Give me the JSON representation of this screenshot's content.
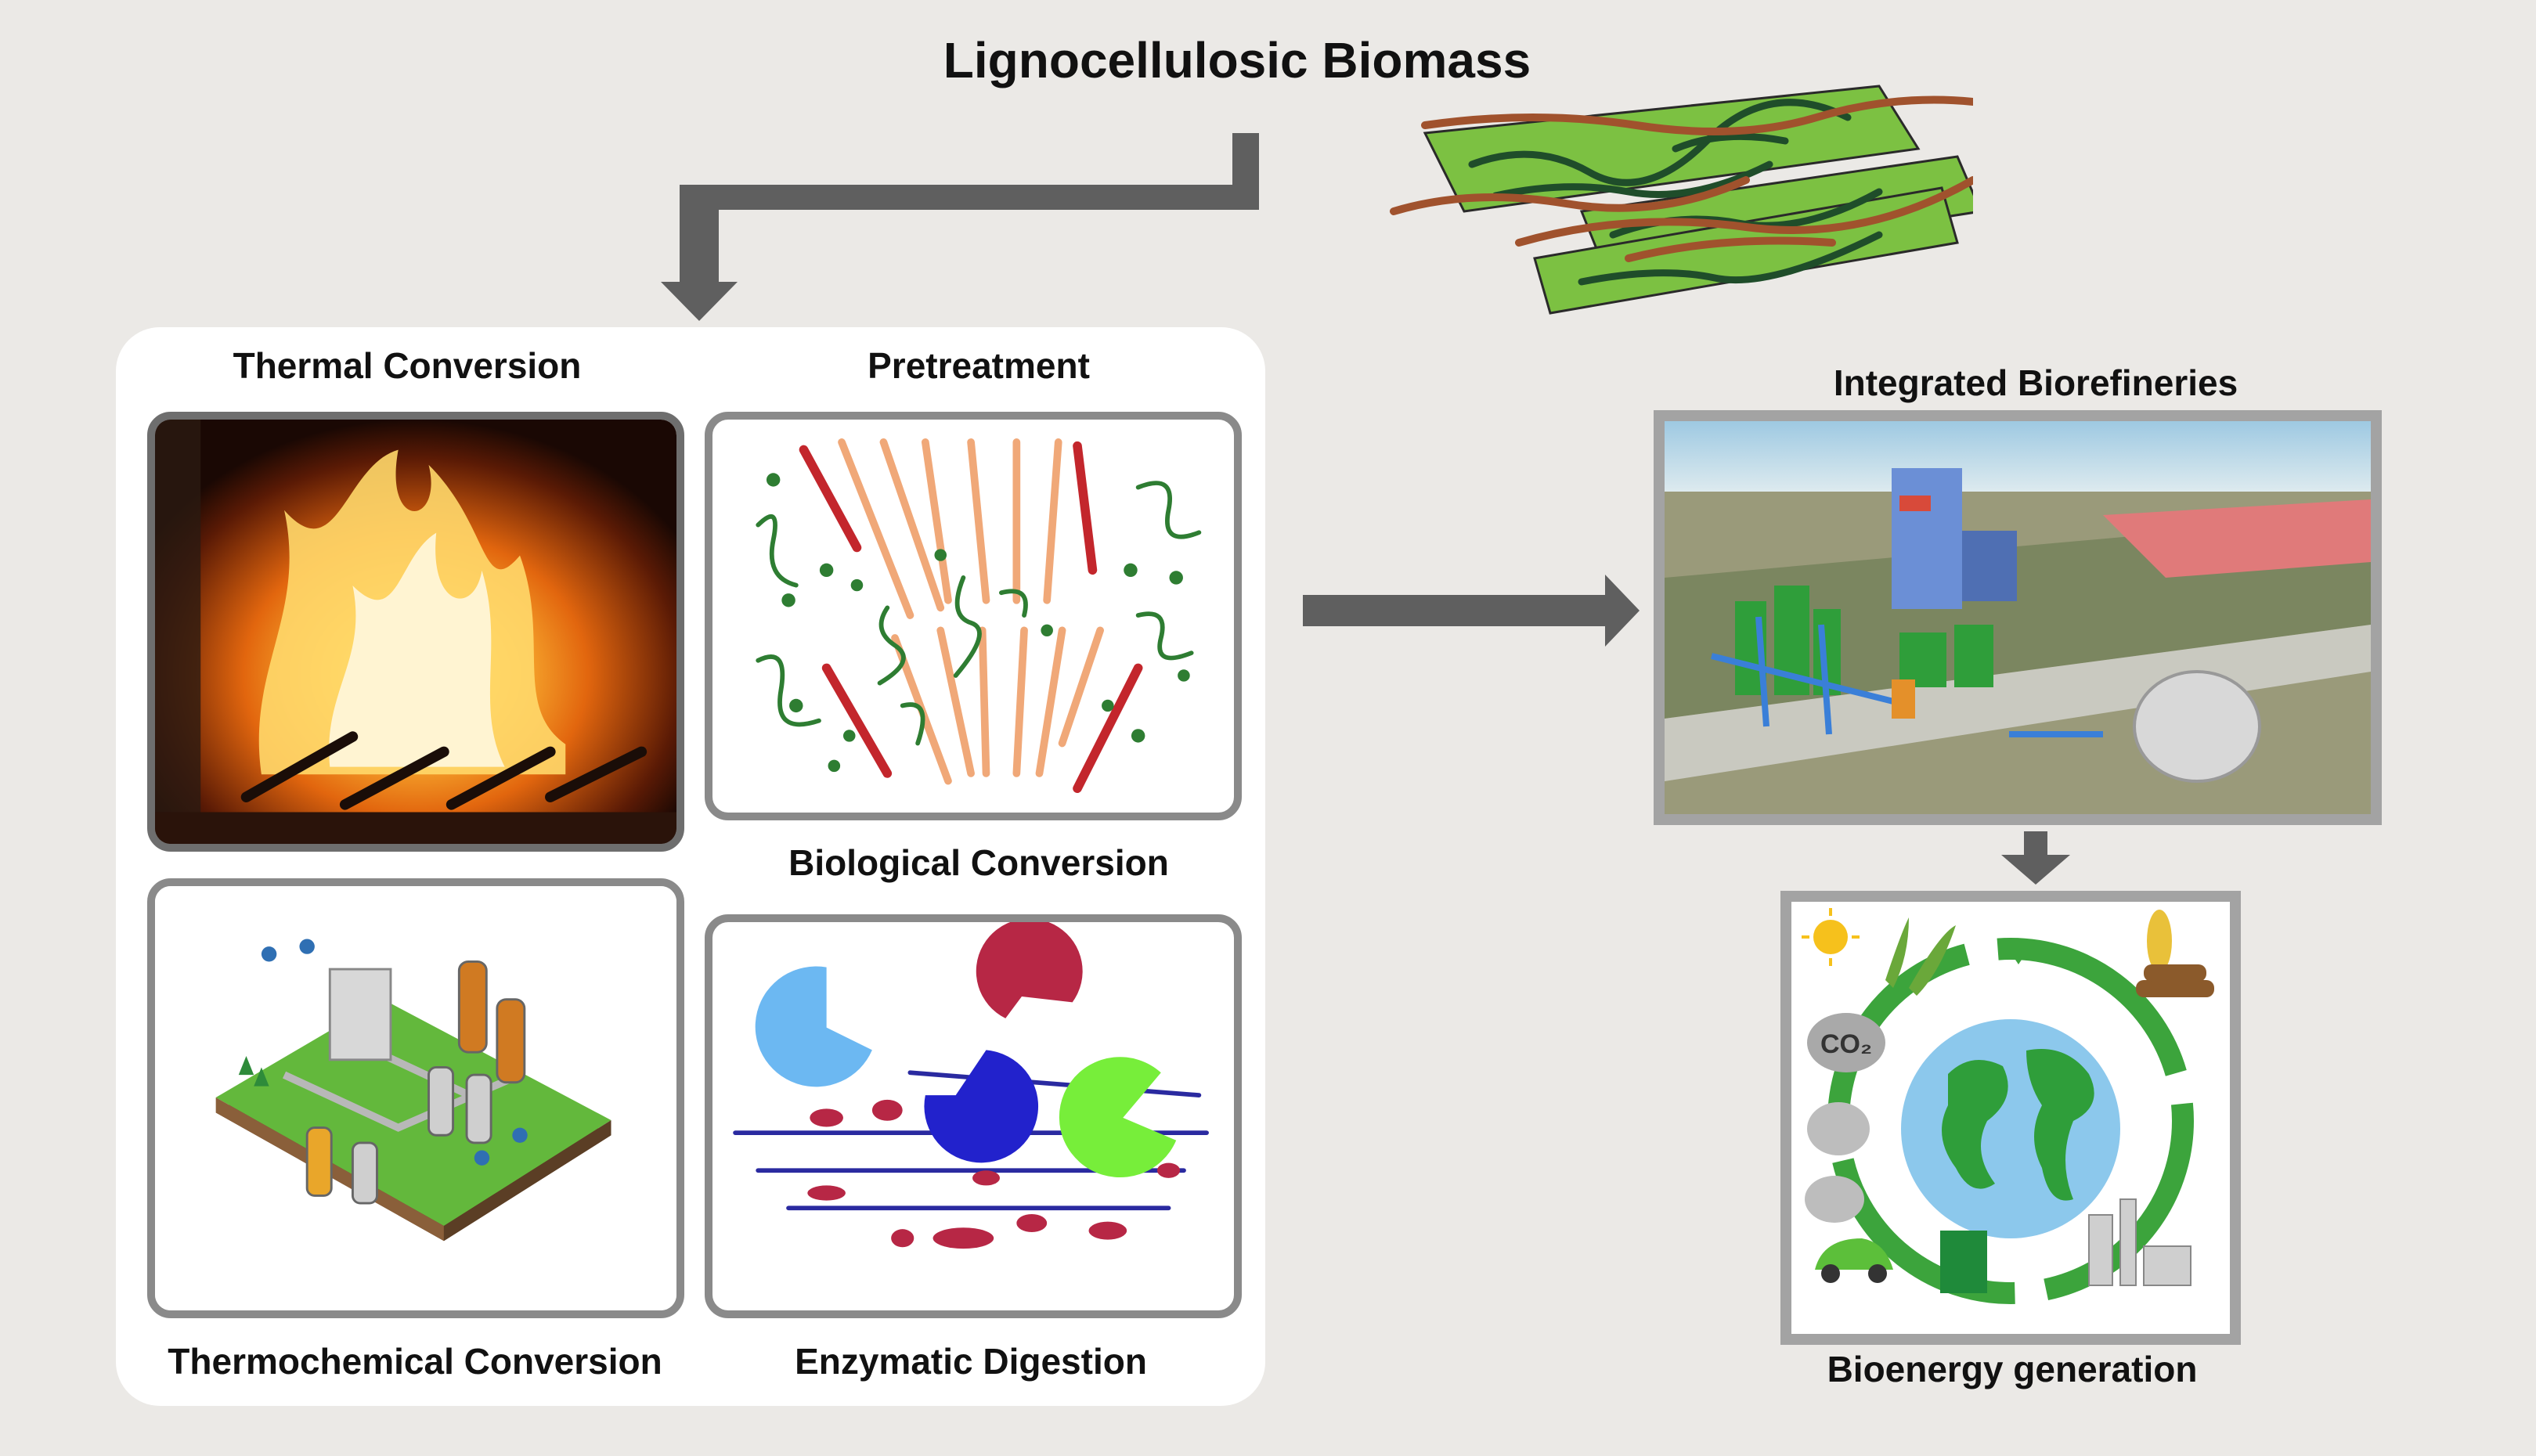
{
  "title": "Lignocellulosic Biomass",
  "panels": {
    "thermal": "Thermal Conversion",
    "pretreatment": "Pretreatment",
    "biological": "Biological Conversion",
    "thermochemical": "Thermochemical Conversion",
    "enzymatic": "Enzymatic Digestion"
  },
  "right": {
    "biorefineries": "Integrated Biorefineries",
    "bioenergy": "Bioenergy generation",
    "co2": "CO₂"
  },
  "colors": {
    "arrow": "#5f5f5f",
    "frame": "#8a8a8a",
    "cellulose": "#f0a878",
    "lignin": "#c3262c",
    "hemicellulose": "#2e7d32"
  }
}
